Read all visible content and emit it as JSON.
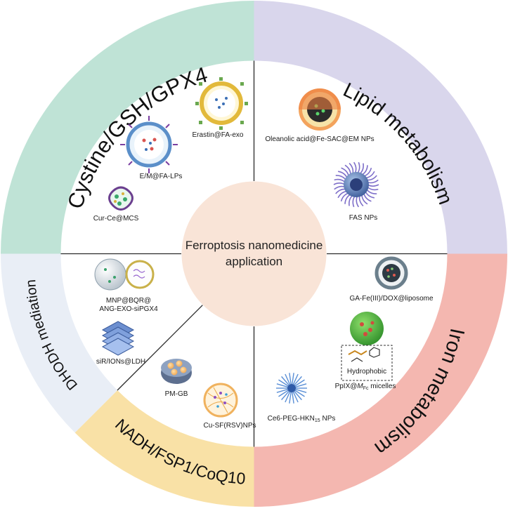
{
  "center": {
    "line1": "Ferroptosis nanomedicine",
    "line2": "application"
  },
  "segments": {
    "cystine": {
      "title": "Cystine/GSH/GPX4",
      "color": "#bfe3d6"
    },
    "lipid": {
      "title": "Lipid metabolism",
      "color": "#d9d6ec"
    },
    "iron": {
      "title": "Iron metabolism",
      "color": "#f4b7b0"
    },
    "nadh": {
      "title": "NADH/FSP1/CoQ10",
      "color": "#f9e1a6"
    },
    "dhodh": {
      "title": "DHODH mediation",
      "color": "#e9eef6"
    }
  },
  "nanomedicines": {
    "erastin": "Erastin@FA-exo",
    "em_fa_lps": "E/M@FA-LPs",
    "cur_ce": "Cur-Ce@MCS",
    "oleanolic": "Oleanolic acid@Fe-SAC@EM NPs",
    "fas": "FAS NPs",
    "ga_fe": "GA-Fe(III)/DOX@liposome",
    "hydrophobic": "Hydrophobic",
    "pplx_prefix": "PpIX@",
    "pplx_m": "M",
    "pplx_sub": "Fc",
    "pplx_suffix": " micelles",
    "ce6_prefix": "Ce6-PEG-HKN",
    "ce6_sub": "15",
    "ce6_suffix": " NPs",
    "cu_sf": "Cu-SF(RSV)NPs",
    "pm_gb": "PM-GB",
    "sir_ions": "siR/IONs@LDH",
    "mnp_line1": "MNP@BQR@",
    "mnp_line2": "ANG-EXO-siPGX4"
  },
  "icons": {
    "ring_accent": "#222222",
    "center_fill": "#f9e4d7"
  }
}
